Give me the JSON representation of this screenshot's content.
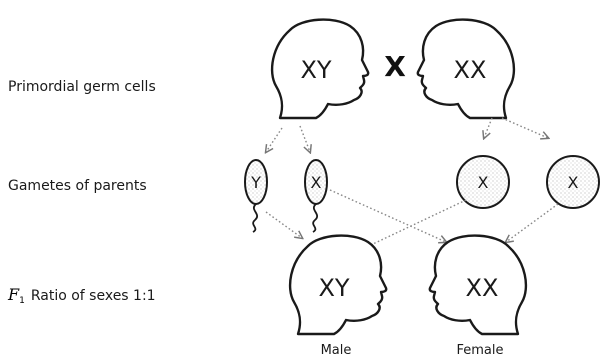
{
  "row_labels": {
    "primordial": "Primordial germ cells",
    "gametes": "Gametes of parents",
    "f1_symbol": "F",
    "f1_subscript": "1",
    "f1_text": "Ratio of sexes 1:1"
  },
  "parents": {
    "male_chromosomes": "XY",
    "cross_symbol": "X",
    "female_chromosomes": "XX"
  },
  "gametes": {
    "sperm_y": "Y",
    "sperm_x": "X",
    "egg_1": "X",
    "egg_2": "X"
  },
  "offspring": {
    "male_chromosomes": "XY",
    "female_chromosomes": "XX",
    "male_label": "Male",
    "female_label": "Female"
  }
}
